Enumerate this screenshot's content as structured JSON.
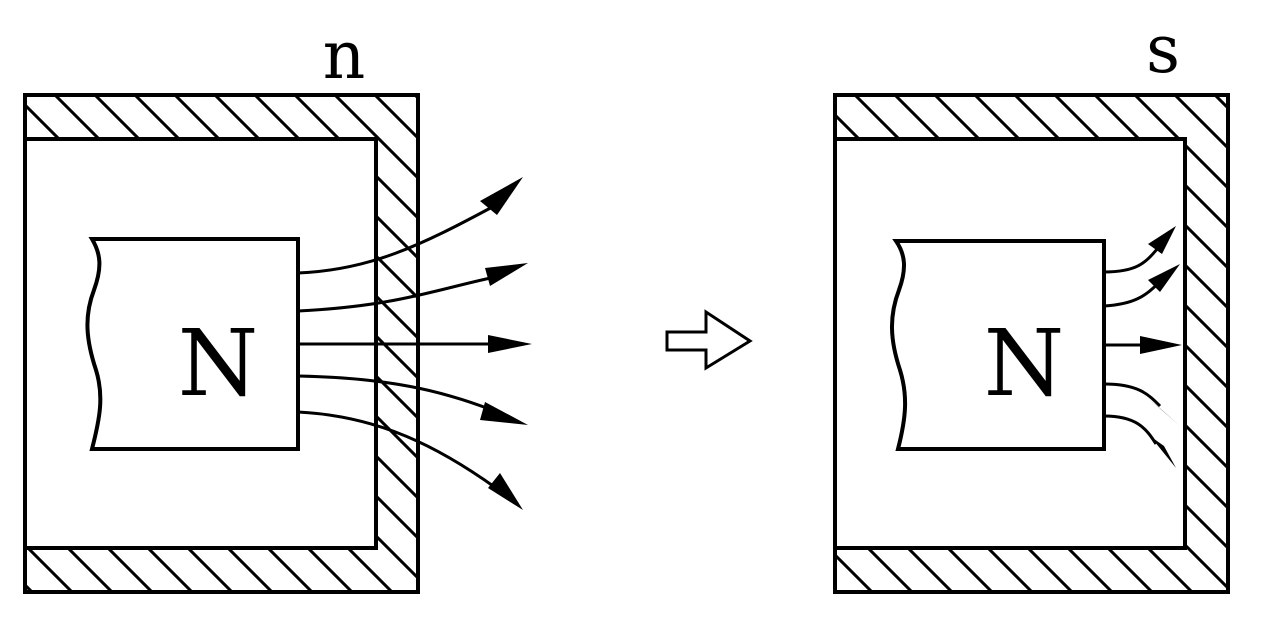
{
  "left_panel": {
    "label": "n",
    "pole_label": "N"
  },
  "right_panel": {
    "label": "s",
    "pole_label": "N"
  },
  "colors": {
    "ink": "#000000",
    "background": "#ffffff"
  },
  "icons": {
    "transition_arrow": "hollow-right-arrow-icon"
  }
}
